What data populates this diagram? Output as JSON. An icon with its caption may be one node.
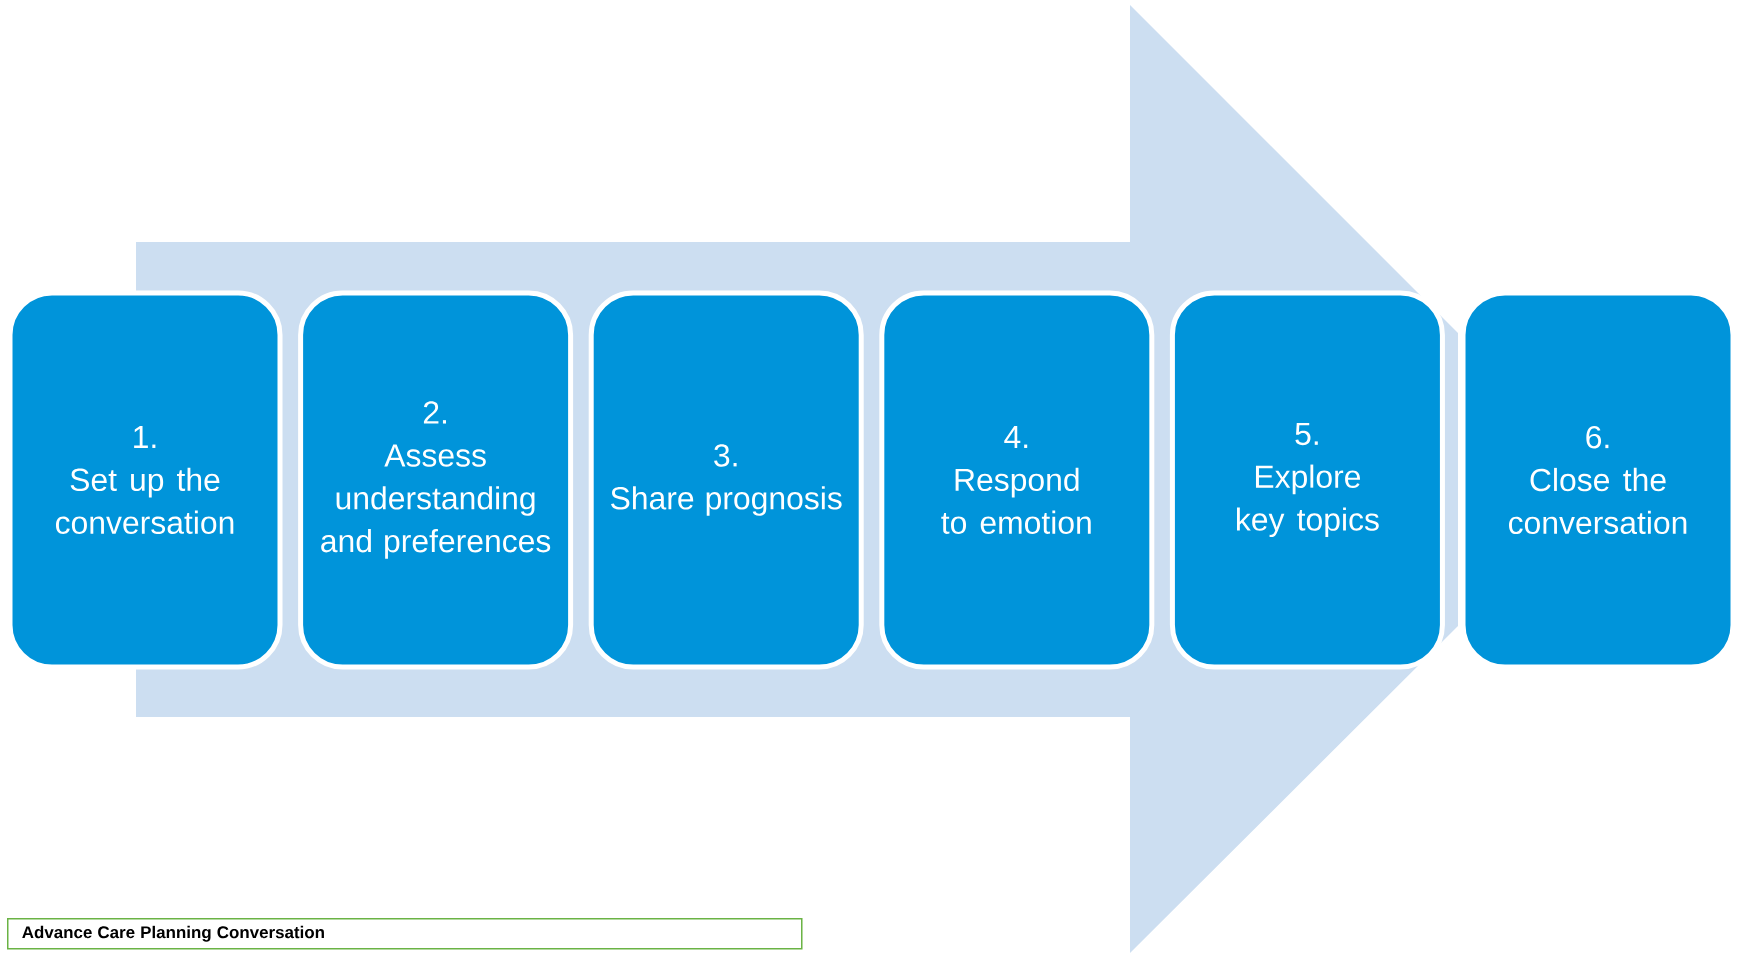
{
  "diagram": {
    "nodes": [
      {
        "text": [
          "1.",
          "Set up the conversation"
        ]
      },
      {
        "text": [
          "2.",
          "Assess understanding and preferences"
        ]
      },
      {
        "text": [
          "3.",
          "Share prognosis"
        ]
      },
      {
        "text": [
          "4.",
          "Respond to emotion"
        ]
      },
      {
        "text": [
          "5.",
          "Explore key topics"
        ]
      },
      {
        "text": [
          "6.",
          "Close the conversation"
        ]
      }
    ],
    "labels": [
      "Advance Care Planning Conversation"
    ]
  }
}
